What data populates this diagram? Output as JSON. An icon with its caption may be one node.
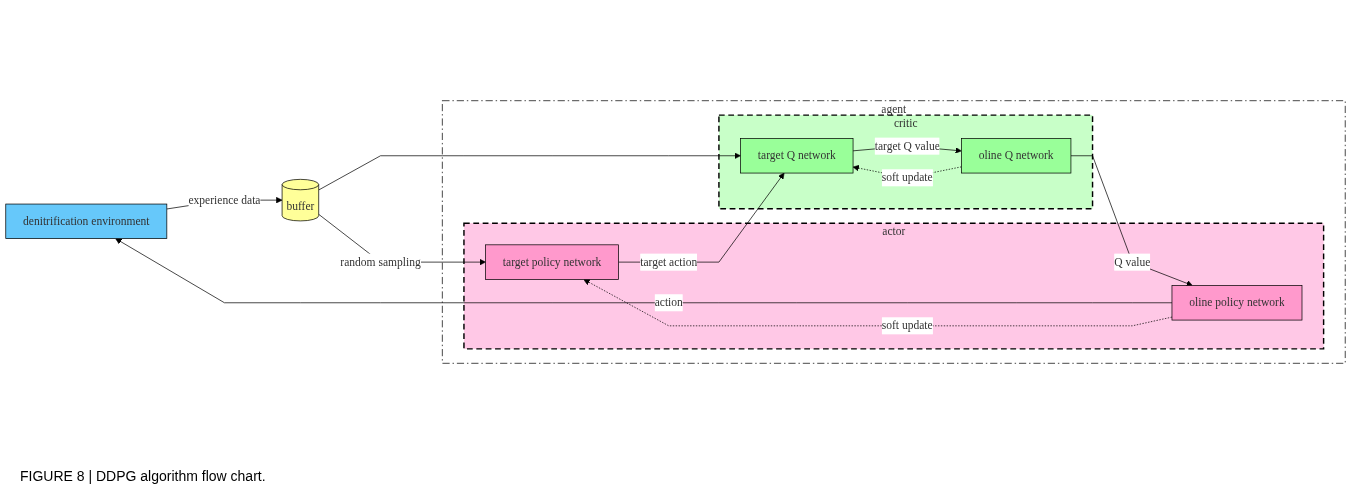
{
  "diagram": {
    "caption": "FIGURE 8 | DDPG algorithm flow chart.",
    "nodes": [
      {
        "text": [
          "denitrification environment"
        ]
      },
      {
        "text": [
          "buffer"
        ]
      },
      {
        "text": [
          "agent"
        ]
      },
      {
        "text": [
          "actor"
        ],
        "in": 2
      },
      {
        "text": [
          "oline policy network"
        ],
        "in": 3
      },
      {
        "text": [
          "target policy network"
        ],
        "in": 3
      },
      {
        "text": [
          "critic"
        ],
        "in": 2
      },
      {
        "text": [
          "oline Q network"
        ],
        "in": 6
      },
      {
        "text": [
          "target Q network"
        ],
        "in": 6
      }
    ],
    "edges": [
      {
        "from": 4,
        "to": 0,
        "arrow": "to",
        "label": "action"
      },
      {
        "from": 0,
        "to": 1,
        "arrow": "to",
        "label": "experience data"
      },
      {
        "from": 7,
        "to": 4,
        "arrow": "to",
        "label": "Q value"
      },
      {
        "from": 4,
        "to": 5,
        "arrow": "to",
        "label": "soft update",
        "style": "dashed"
      },
      {
        "from": 8,
        "to": 7,
        "arrow": "to",
        "label": "target Q value"
      },
      {
        "from": 7,
        "to": 8,
        "arrow": "to",
        "label": "soft update",
        "style": "dashed"
      },
      {
        "from": 5,
        "to": 8,
        "arrow": "to",
        "label": "target action"
      },
      {
        "from": 1,
        "to": 5,
        "arrow": "to",
        "label": "random sampling"
      },
      {
        "from": 1,
        "to": 8,
        "arrow": "to"
      }
    ]
  }
}
